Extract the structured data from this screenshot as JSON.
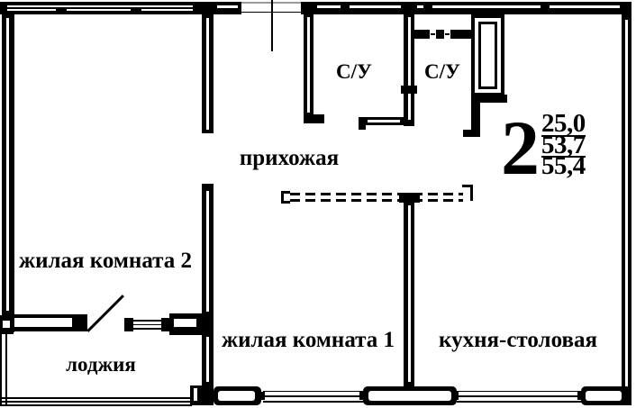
{
  "colors": {
    "ink": "#000000",
    "paper": "#ffffff"
  },
  "rooms": {
    "hallway": {
      "label": "прихожая"
    },
    "bathroom1": {
      "label": "С/У"
    },
    "bathroom2": {
      "label": "С/У"
    },
    "living_room_2": {
      "label": "жилая комната 2"
    },
    "living_room_1": {
      "label": "жилая комната 1"
    },
    "kitchen_dining": {
      "label": "кухня-столовая"
    },
    "loggia": {
      "label": "лоджия"
    }
  },
  "area_stamp": {
    "room_count": "2",
    "areas": [
      "25,0",
      "53,7",
      "55,4"
    ]
  }
}
